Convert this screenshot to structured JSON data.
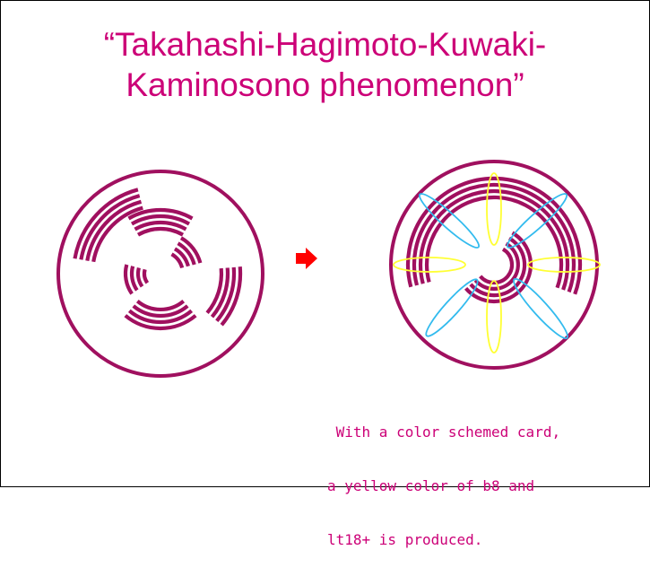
{
  "slide": {
    "title_lines": [
      "“Takahashi-Hagimoto-Kuwaki-",
      "Kaminosono phenomenon”"
    ],
    "caption_lines": [
      " With a color schemed card,",
      "a yellow color of b8 and",
      "lt18+ is produced."
    ]
  },
  "colors": {
    "title_text": "#cc0077",
    "stripes": "#a0105f",
    "arrow": "#ff0000",
    "yellow_ellipse": "#ffff33",
    "blue_ellipse": "#33bbee"
  }
}
